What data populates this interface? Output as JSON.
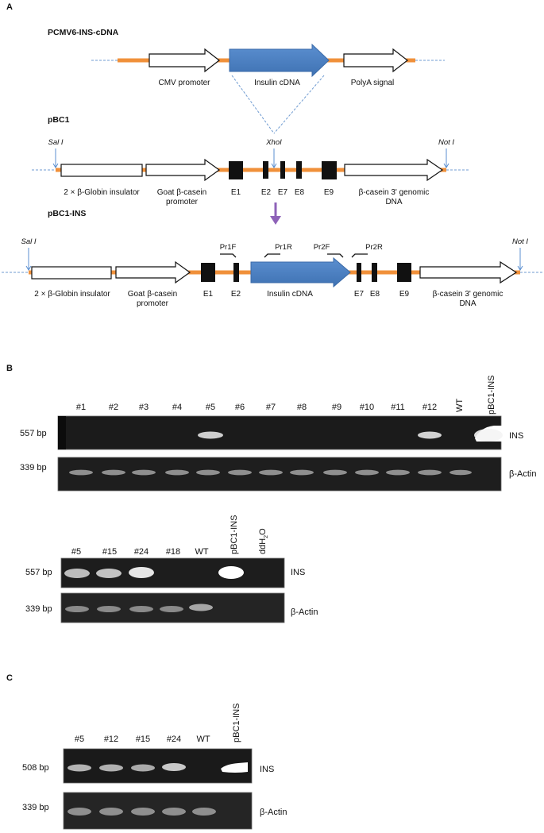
{
  "panel_a": {
    "letter": "A",
    "construct1": {
      "title": "PCMV6-INS-cDNA",
      "cmv_label": "CMV promoter",
      "insulin_label": "Insulin cDNA",
      "polya_label": "PolyA signal"
    },
    "construct2": {
      "title": "pBC1",
      "sal_label": "Sal I",
      "xho_label": "XhoI",
      "not_label": "Not I",
      "globin_label": "2 × β-Globin insulator",
      "casein_promoter_line1": "Goat β-casein",
      "casein_promoter_line2": "promoter",
      "e1": "E1",
      "e2": "E2",
      "e7": "E7",
      "e8": "E8",
      "e9": "E9",
      "genomic_line1": "β-casein 3' genomic",
      "genomic_line2": "DNA"
    },
    "construct3": {
      "title": "pBC1-INS",
      "sal_label": "Sal I",
      "not_label": "Not I",
      "pr1f": "Pr1F",
      "pr1r": "Pr1R",
      "pr2f": "Pr2F",
      "pr2r": "Pr2R",
      "globin_label": "2 × β-Globin insulator",
      "casein_promoter_line1": "Goat β-casein",
      "casein_promoter_line2": "promoter",
      "e1": "E1",
      "e2": "E2",
      "insulin_label": "Insulin cDNA",
      "e7": "E7",
      "e8": "E8",
      "e9": "E9",
      "genomic_line1": "β-casein 3' genomic",
      "genomic_line2": "DNA"
    }
  },
  "panel_b": {
    "letter": "B",
    "gel1": {
      "lanes": [
        "#1",
        "#2",
        "#3",
        "#4",
        "#5",
        "#6",
        "#7",
        "#8",
        "#9",
        "#10",
        "#11",
        "#12"
      ],
      "wt": "WT",
      "control": "pBC1-INS",
      "size_ins": "557 bp",
      "size_actin": "339 bp",
      "ins_label": "INS",
      "actin_label": "β-Actin"
    },
    "gel2": {
      "lanes": [
        "#5",
        "#15",
        "#24",
        "#18"
      ],
      "wt": "WT",
      "control": "pBC1-INS",
      "ddh2o": "ddH",
      "ddh2o_sub": "2",
      "ddh2o_tail": "O",
      "size_ins": "557 bp",
      "size_actin": "339 bp",
      "ins_label": "INS",
      "actin_label": "β-Actin"
    }
  },
  "panel_c": {
    "letter": "C",
    "lanes": [
      "#5",
      "#12",
      "#15",
      "#24"
    ],
    "wt": "WT",
    "control": "pBC1-INS",
    "size_ins": "508 bp",
    "size_actin": "339 bp",
    "ins_label": "INS",
    "actin_label": "β-Actin"
  },
  "colors": {
    "backbone": "#f0903a",
    "insulin": "#4a7fc1",
    "exon": "#111111",
    "arrow_purple": "#8e62b8",
    "site_blue": "#5b8fd0",
    "gel_bg": "#1b1b1b"
  }
}
